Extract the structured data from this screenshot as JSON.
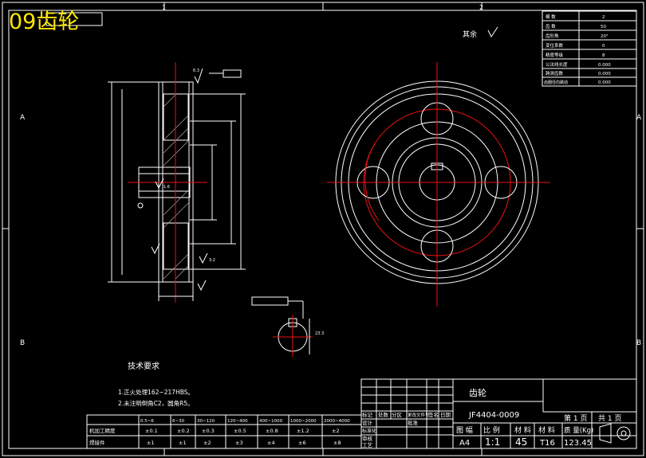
{
  "banner": "09齿轮",
  "zone_labels": {
    "col1": "1",
    "col2": "2",
    "rowA": "A",
    "rowB": "B"
  },
  "rest": "其余",
  "param_table": [
    {
      "label": "模 数",
      "value": "2"
    },
    {
      "label": "齿 数",
      "value": "50"
    },
    {
      "label": "齿形角",
      "value": "20°"
    },
    {
      "label": "变位系数",
      "value": "0"
    },
    {
      "label": "精度等级",
      "value": "8"
    },
    {
      "label": "公法线长度",
      "value": "0.000"
    },
    {
      "label": "跨测齿数",
      "value": "0.000"
    },
    {
      "label": "齿圈径向跳动",
      "value": "0.000"
    }
  ],
  "tech_req": {
    "title": "技术要求",
    "items": [
      "1.正火处理162~217HBS。",
      "2.未注明倒角C2，圆角R5。"
    ]
  },
  "title_block": {
    "part_name": "齿轮",
    "drawing_no": "JF4404-0009",
    "sheet": "第 1 页",
    "total": "共 1 页",
    "scale_label": "比 例",
    "size_label": "图 幅",
    "material_label": "材 料",
    "weight_label": "质 量(Kg)",
    "size": "A4",
    "scale": "1:1",
    "material_no": "45",
    "material": "T16",
    "weight": "123.45",
    "revision_header": [
      "标记",
      "处数",
      "分区",
      "更改文件号",
      "签名",
      "日期"
    ],
    "design_header": [
      "设计",
      "标准化",
      "审核",
      "工艺",
      "批准"
    ]
  },
  "tolerance_table": {
    "row1_label": "机加工精度",
    "row2_label": "焊接件",
    "ranges": [
      "0.5~6",
      "6~30",
      "30~120",
      "120~400",
      "400~1000",
      "1000~2000",
      "2000~4000"
    ],
    "row1_values": [
      "±0.1",
      "±0.2",
      "±0.3",
      "±0.5",
      "±0.8",
      "±1.2",
      "±2"
    ],
    "row2_values": [
      "±1",
      "±1",
      "±2",
      "±3",
      "±4",
      "±6",
      "±8"
    ]
  },
  "colors": {
    "background": "#000000",
    "lines": "#ffffff",
    "centerlines": "#e11111",
    "banner": "#ffe600"
  }
}
